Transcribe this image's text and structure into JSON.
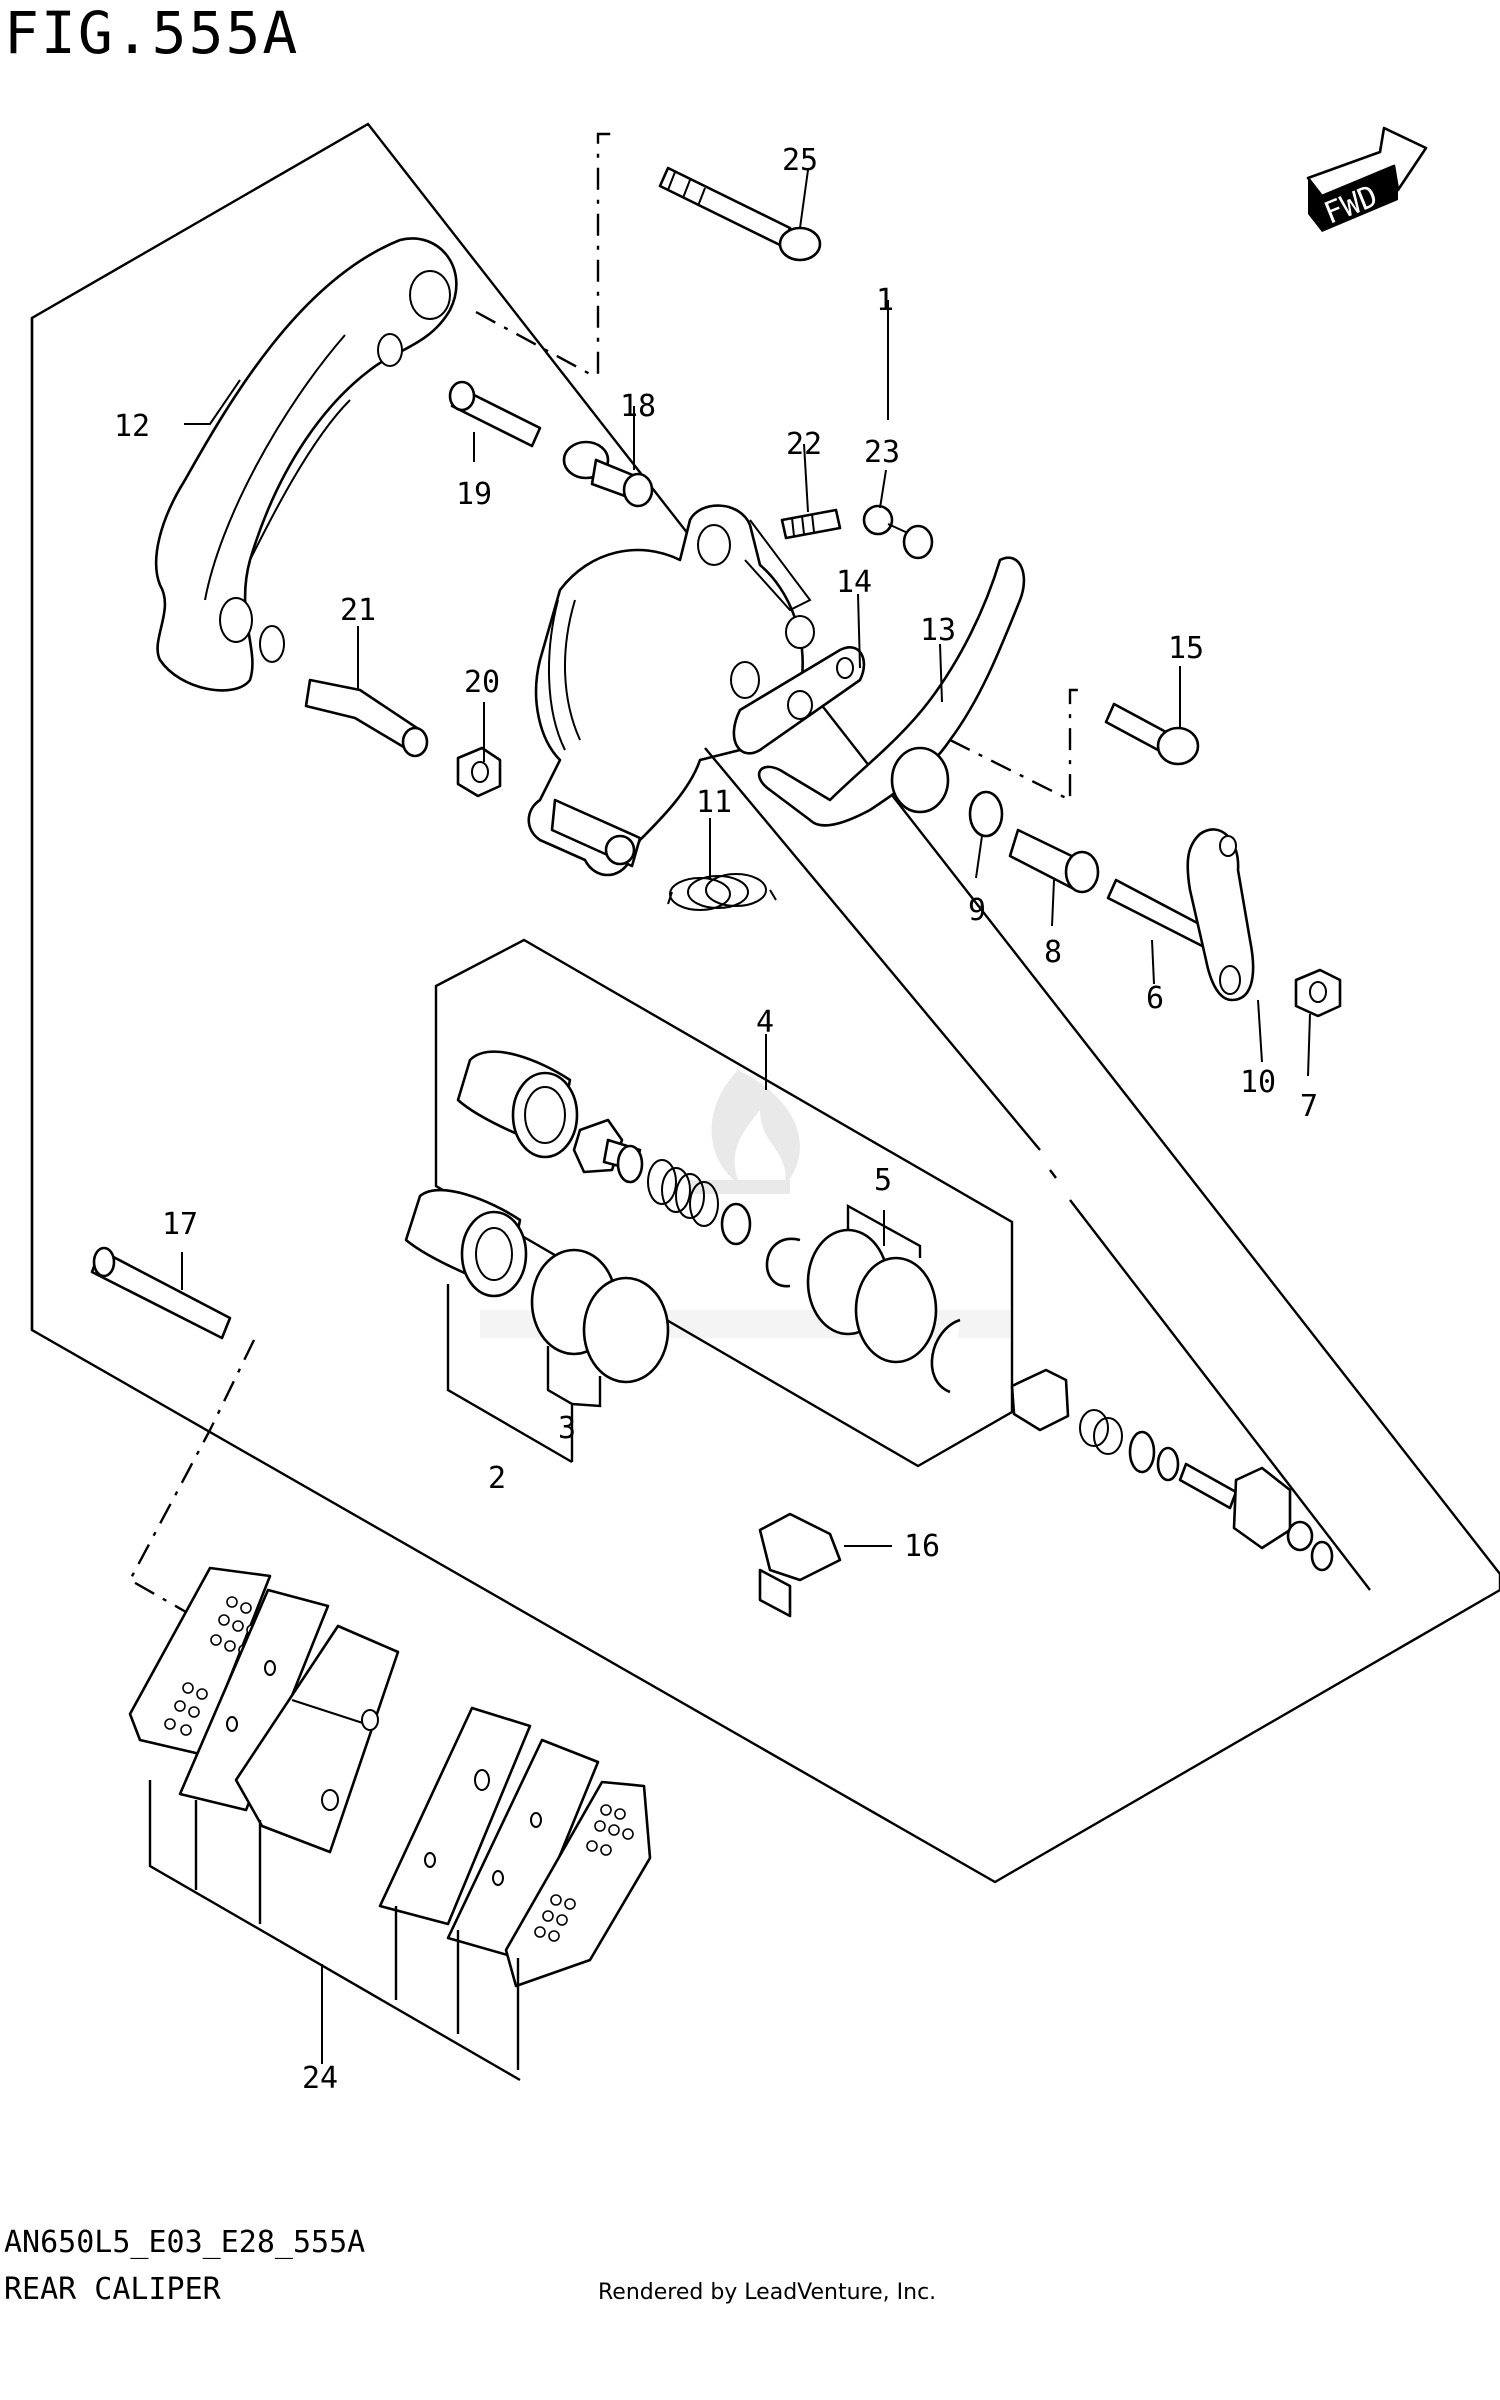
{
  "figure": {
    "title": "FIG.555A",
    "model_code": "AN650L5_E03_E28_555A",
    "section": "REAR CALIPER",
    "credit": "Rendered by LeadVenture, Inc.",
    "direction_label": "FWD"
  },
  "callouts": [
    "1",
    "2",
    "3",
    "4",
    "5",
    "6",
    "7",
    "8",
    "9",
    "10",
    "11",
    "12",
    "13",
    "14",
    "15",
    "16",
    "17",
    "18",
    "19",
    "20",
    "21",
    "22",
    "23",
    "24",
    "25"
  ]
}
